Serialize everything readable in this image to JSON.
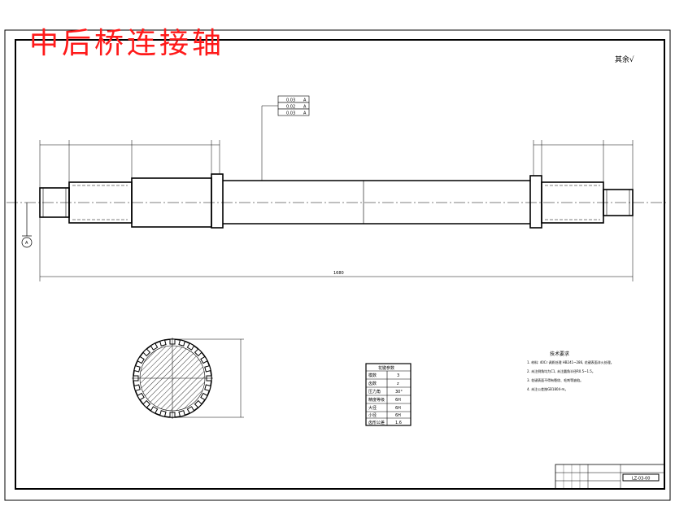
{
  "drawing_title": "中后桥连接轴",
  "roughness_note": "其余√",
  "overall_length_label": "1680",
  "datum_label": "A",
  "tolerance_frame": [
    {
      "symbol": "⊥",
      "value": "0.03",
      "datum": "A"
    },
    {
      "symbol": "○",
      "value": "0.02",
      "datum": "A"
    },
    {
      "symbol": "↗",
      "value": "0.03",
      "datum": "A"
    }
  ],
  "spline_param_table": {
    "title": "花键参数",
    "rows": [
      {
        "label": "模数",
        "value": "3"
      },
      {
        "label": "齿数",
        "value": "z"
      },
      {
        "label": "压力角",
        "value": "30°"
      },
      {
        "label": "精度等级",
        "value": "6H"
      },
      {
        "label": "大径",
        "value": "6H"
      },
      {
        "label": "小径",
        "value": "6H"
      },
      {
        "label": "齿形公差",
        "value": "1.6"
      }
    ]
  },
  "technical_requirements": {
    "title": "技术要求",
    "items": [
      "1. 材料: 40Cr 调质处理 HB241~286, 花键表面淬火处理。",
      "2. 未注倒角均为C1, 未注圆角半径R0.5~1.5。",
      "3. 花键表面不得有裂纹、毛刺等缺陷。",
      "4. 未注公差按GB1804-m。"
    ]
  },
  "title_block": {
    "drawing_number": "LZ-03-00"
  }
}
